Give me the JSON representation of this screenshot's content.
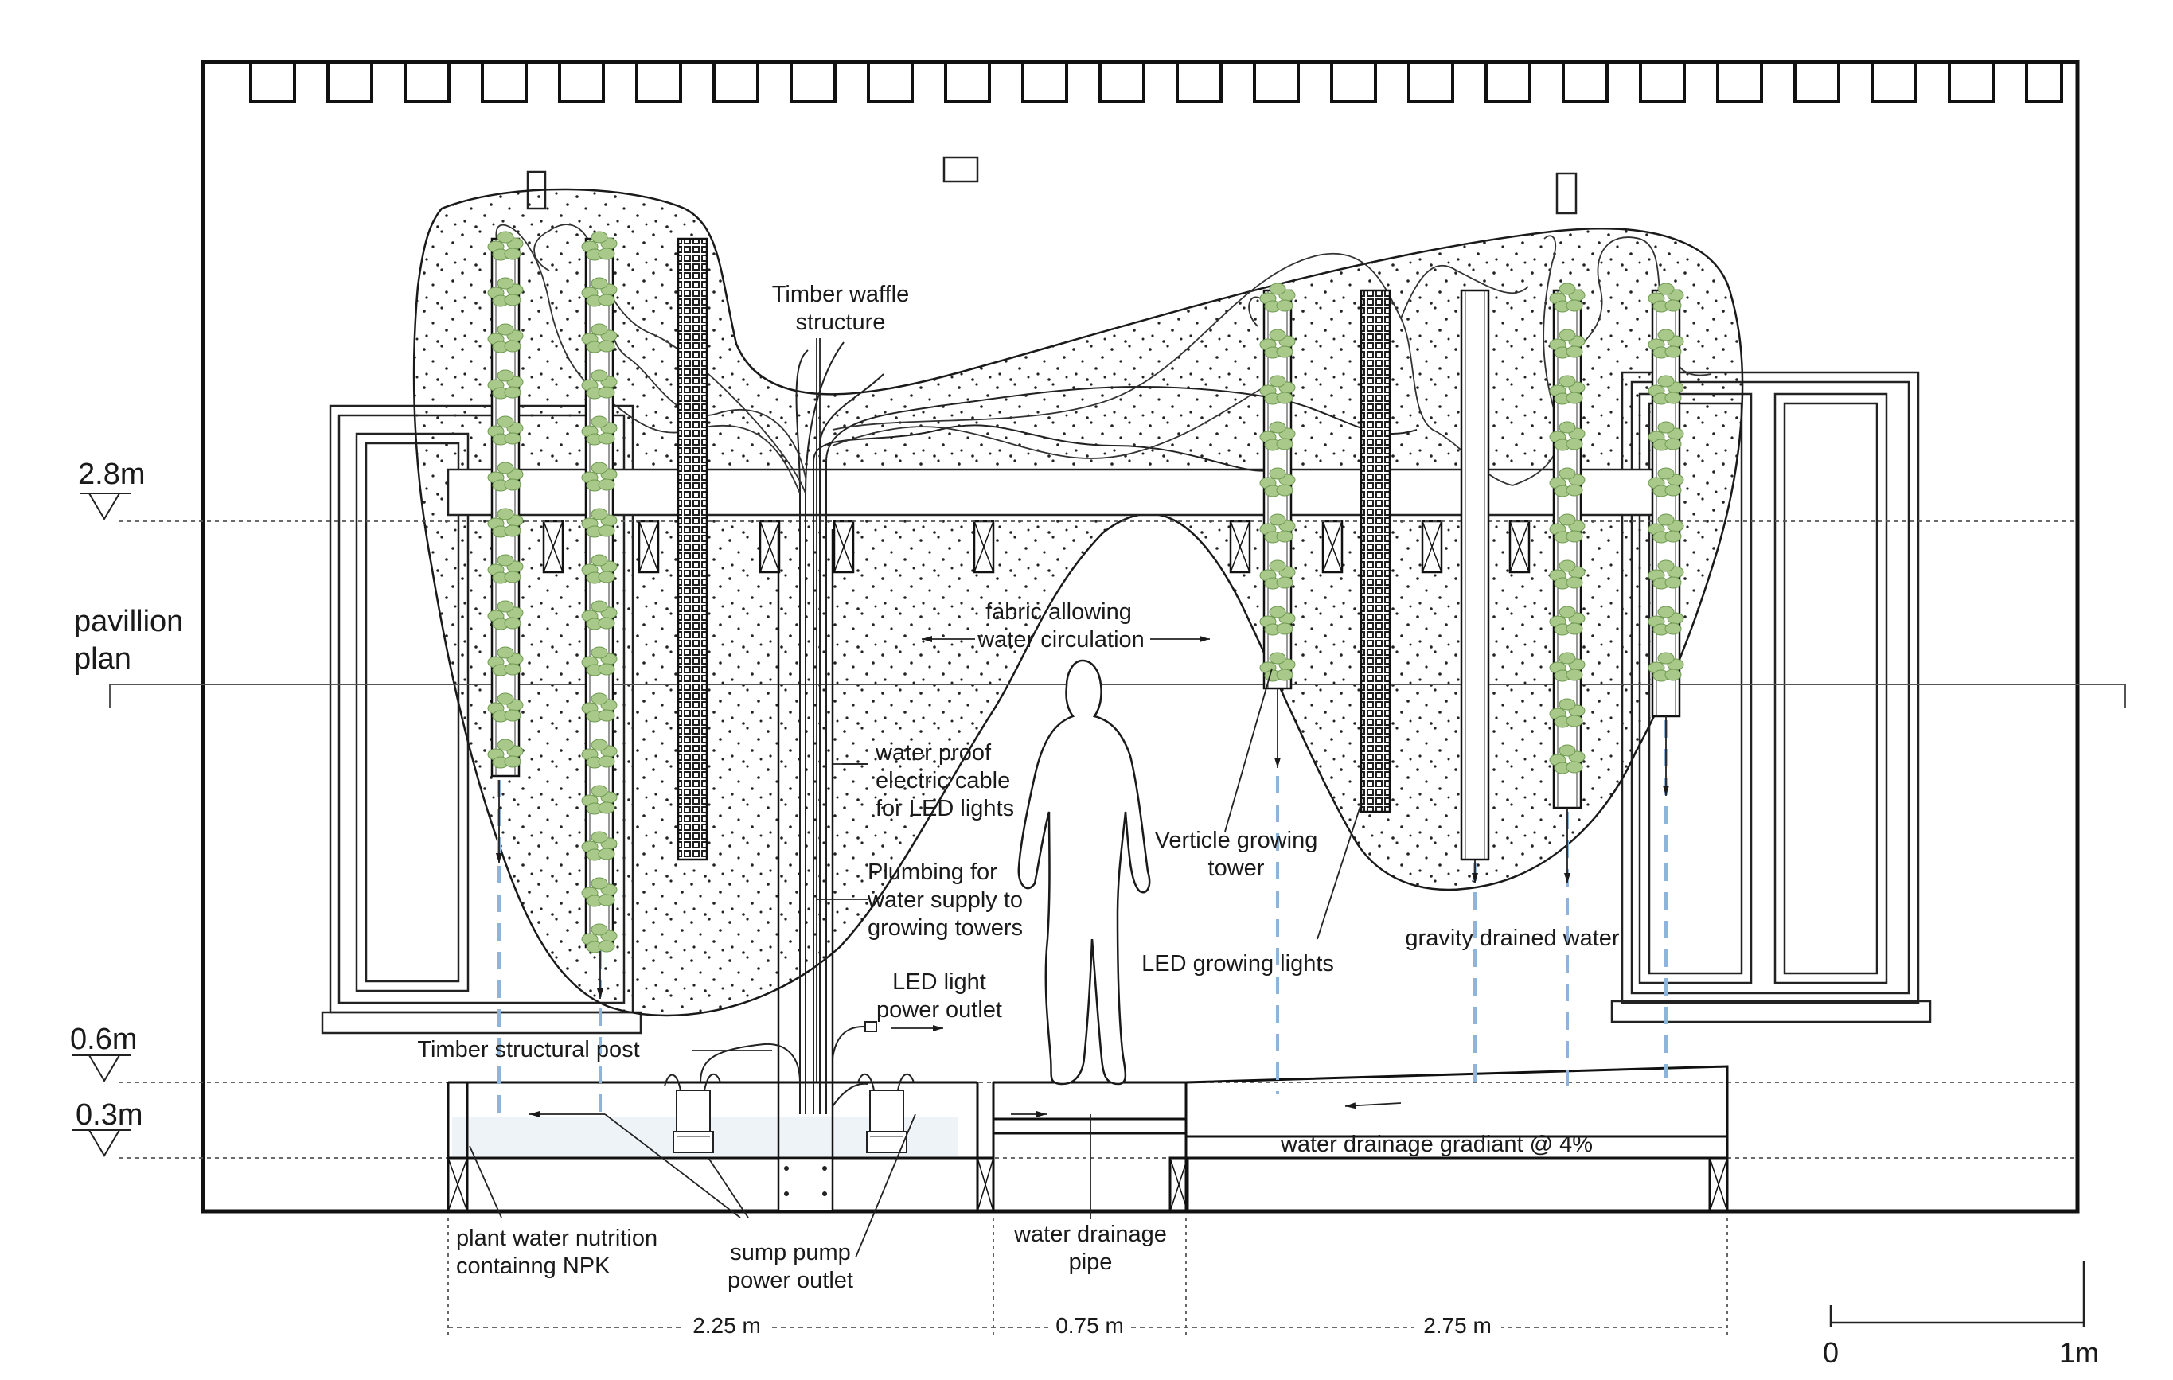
{
  "levels": {
    "upper": "2.8m",
    "mid": "0.6m",
    "low": "0.3m"
  },
  "plan_label": {
    "line1": "pavillion",
    "line2": "plan"
  },
  "labels": {
    "timber_waffle": {
      "line1": "Timber waffle",
      "line2": "structure"
    },
    "fabric": {
      "line1": "fabric allowing",
      "line2": "water circulation"
    },
    "cable": {
      "line1": "water proof",
      "line2": "electric cable",
      "line3": "for LED lights"
    },
    "plumbing": {
      "line1": "Plumbing for",
      "line2": "water supply to",
      "line3": "growing towers"
    },
    "led_outlet": {
      "line1": "LED light",
      "line2": "power outlet"
    },
    "tower": {
      "line1": "Verticle growing",
      "line2": "tower"
    },
    "led_lights": "LED growing lights",
    "gravity": "gravity drained water",
    "post": "Timber structural post",
    "gradient": "water drainage gradiant @ 4%",
    "nutrition": {
      "line1": "plant water nutrition",
      "line2": "containng NPK"
    },
    "sump": {
      "line1": "sump pump",
      "line2": "power outlet"
    },
    "drain_pipe": {
      "line1": "water drainage",
      "line2": "pipe"
    }
  },
  "dimensions": {
    "left": "2.25 m",
    "mid": "0.75 m",
    "right": "2.75 m"
  },
  "scale_bar": {
    "start": "0",
    "end": "1m"
  },
  "colors": {
    "ink": "#1a1a1a",
    "plant": "#a9c98a",
    "water": "#8fb4dc",
    "basin": "#eef3f7",
    "grid": "#222222"
  }
}
